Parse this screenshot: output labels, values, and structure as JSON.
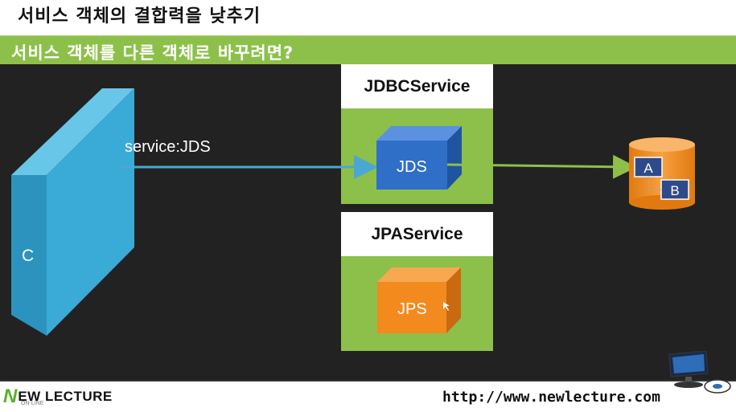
{
  "slide": {
    "title": "서비스 객체의 결합력을 낮추기",
    "subtitle": "서비스 객체를 다른 객체로 바꾸려면?"
  },
  "diagram": {
    "client_label": "C",
    "arrow_label": "service:JDS",
    "services": [
      {
        "name": "JDBCService",
        "impl": "JDS",
        "color": "#2f6fc8"
      },
      {
        "name": "JPAService",
        "impl": "JPS",
        "color": "#f28a1e"
      }
    ],
    "database": {
      "tables": [
        "A",
        "B"
      ],
      "color": "#f28a1e"
    },
    "colors": {
      "background": "#222222",
      "green": "#8cc04a",
      "client_wall": "#3aaad6",
      "arrow": "#4aa8d0"
    }
  },
  "footer": {
    "logo_letter": "N",
    "logo_text": "EW LECTURE",
    "logo_sub": "ON-LINE",
    "url": "http://www.newlecture.com"
  }
}
